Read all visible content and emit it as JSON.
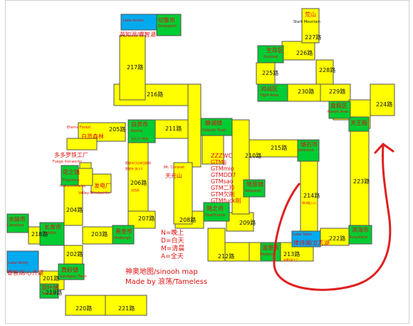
{
  "title": "神奥地图/sinooh map",
  "credit": "Made by 浪荡/Tameless",
  "colors": {
    "route": "#ffff00",
    "town": "#00cc33",
    "lake": "#00aaee",
    "text": "#e01010",
    "border": "#555555",
    "annotation": "#e02020"
  },
  "legend": [
    "N=晚上",
    "D=白天",
    "M=清晨",
    "A=全天"
  ],
  "gtm_codes": [
    "ZZZWC",
    "GTMjj",
    "GTMmio",
    "GTMDD7",
    "GTMsao",
    "GTM二玲",
    "GTM欠削",
    "GTMfuck削"
  ],
  "routes": [
    "201",
    "202",
    "203",
    "204",
    "205",
    "206",
    "207",
    "208",
    "209",
    "210",
    "211",
    "212",
    "213",
    "214",
    "215",
    "216",
    "217",
    "218",
    "219",
    "220",
    "221",
    "222",
    "223",
    "224",
    "225",
    "226",
    "227",
    "228",
    "229",
    "230"
  ],
  "places": {
    "twinleaf": "双叶镇",
    "twinleaf_en": "Twinleaf",
    "sandgem": "真砂镇",
    "sandgem_en": "Sandgem Town",
    "jubilife": "长寿市",
    "jubilife_en": "Jubilife",
    "canalave": "水脉市",
    "canalave_en": "Canalave",
    "oreburgh": "黑金市",
    "oreburgh_en": "Oreburgh",
    "floaroma": "花之镇",
    "floaroma_en": "Floaroma",
    "eterna": "白货市",
    "eterna_en": "Eterna",
    "hearthome": "随之市",
    "hearthome_en": "Hearthome",
    "solaceon": "随意镇",
    "solaceon_en": "Solaceon",
    "veilstone": "瑞石市",
    "veilstone_en": "Veilstone",
    "pastoria": "湿原市",
    "pastoria_en": "Pastoria",
    "celestic": "静湖镇",
    "celestic_en": "Celestic Town",
    "snowpoint": "切鲁市",
    "snowpoint_en": "Snowpoint",
    "sunyshore": "滨海市",
    "sunyshore_en": "Sunyshore",
    "survival": "生存区",
    "survival_en": "Survival",
    "fight": "对战区",
    "fight_en": "Fight Area",
    "resort": "度假区",
    "resort_en": "Resort Area",
    "pokemon_league": "天王殿",
    "lake_acuity": "Lake Acuity",
    "lake_acuity_cn": "英知湖/睿智湖",
    "lake_valor": "Lake Valor",
    "lake_valor_cn": "律诗湖/立志湖",
    "lake_verity": "Lake Verity",
    "lake_verity_cn": "睿智湖/心齐湖",
    "stark": "荒山",
    "stark_en": "Stark Mountain",
    "coronet": "天元山",
    "coronet_en": "Mt. Coronet",
    "eterna_forest": "白货森林",
    "eterna_forest_en": "Eterna Forest",
    "fuego": "多多罗铁工厂",
    "fuego_en": "Fuego Ironworks",
    "valley": "发电厂",
    "valley_en": "Valley Windworks",
    "floaroma_note": "Floaroma Meadow",
    "eterna_note": "全天大个爬球",
    "r206_note1": "野猫寺付出来回报网",
    "r206_note2": "野猫寺 加小3",
    "r206_note3": "自由彩",
    "r214_note": "律诗殿入口",
    "r213_note": "别墅/阿丁乙"
  }
}
